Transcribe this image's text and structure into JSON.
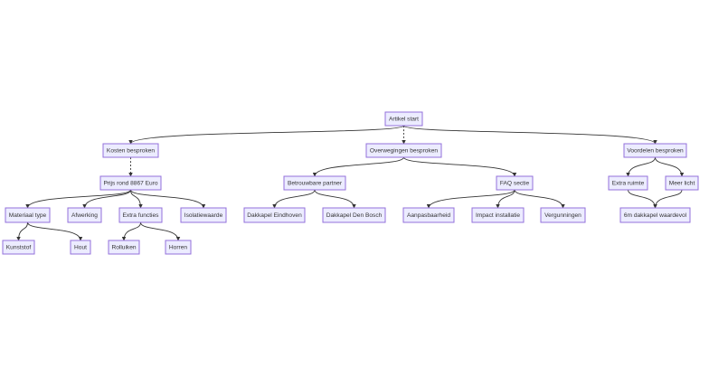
{
  "diagram": {
    "type": "flowchart",
    "nodes": [
      {
        "id": "start",
        "label": "Artikel start"
      },
      {
        "id": "kosten",
        "label": "Kosten besproken"
      },
      {
        "id": "overw",
        "label": "Overwegingen besproken"
      },
      {
        "id": "voord",
        "label": "Voordelen besproken"
      },
      {
        "id": "prijs",
        "label": "Prijs rond 8867 Euro"
      },
      {
        "id": "betr",
        "label": "Betrouwbare partner"
      },
      {
        "id": "faq",
        "label": "FAQ sectie"
      },
      {
        "id": "ruimte",
        "label": "Extra ruimte"
      },
      {
        "id": "licht",
        "label": "Meer licht"
      },
      {
        "id": "mat",
        "label": "Materiaal type"
      },
      {
        "id": "afw",
        "label": "Afwerking"
      },
      {
        "id": "func",
        "label": "Extra functies"
      },
      {
        "id": "iso",
        "label": "Isolatiewaarde"
      },
      {
        "id": "eind",
        "label": "Dakkapel Eindhoven"
      },
      {
        "id": "bosch",
        "label": "Dakkapel Den Bosch"
      },
      {
        "id": "aanp",
        "label": "Aanpasbaarheid"
      },
      {
        "id": "impact",
        "label": "Impact installatie"
      },
      {
        "id": "verg",
        "label": "Vergunningen"
      },
      {
        "id": "waard",
        "label": "6m dakkapel waardevol"
      },
      {
        "id": "kunst",
        "label": "Kunststof"
      },
      {
        "id": "hout",
        "label": "Hout"
      },
      {
        "id": "roll",
        "label": "Rolluiken"
      },
      {
        "id": "horren",
        "label": "Horren"
      }
    ],
    "edges": [
      {
        "from": "start",
        "to": "kosten",
        "style": "solid"
      },
      {
        "from": "start",
        "to": "overw",
        "style": "dotted"
      },
      {
        "from": "start",
        "to": "voord",
        "style": "solid"
      },
      {
        "from": "kosten",
        "to": "prijs",
        "style": "dotted"
      },
      {
        "from": "prijs",
        "to": "mat",
        "style": "solid"
      },
      {
        "from": "prijs",
        "to": "afw",
        "style": "solid"
      },
      {
        "from": "prijs",
        "to": "func",
        "style": "solid"
      },
      {
        "from": "prijs",
        "to": "iso",
        "style": "solid"
      },
      {
        "from": "mat",
        "to": "kunst",
        "style": "solid"
      },
      {
        "from": "mat",
        "to": "hout",
        "style": "solid"
      },
      {
        "from": "func",
        "to": "roll",
        "style": "solid"
      },
      {
        "from": "func",
        "to": "horren",
        "style": "solid"
      },
      {
        "from": "overw",
        "to": "betr",
        "style": "solid"
      },
      {
        "from": "overw",
        "to": "faq",
        "style": "solid"
      },
      {
        "from": "betr",
        "to": "eind",
        "style": "solid"
      },
      {
        "from": "betr",
        "to": "bosch",
        "style": "solid"
      },
      {
        "from": "faq",
        "to": "aanp",
        "style": "solid"
      },
      {
        "from": "faq",
        "to": "impact",
        "style": "solid"
      },
      {
        "from": "faq",
        "to": "verg",
        "style": "solid"
      },
      {
        "from": "voord",
        "to": "ruimte",
        "style": "solid"
      },
      {
        "from": "voord",
        "to": "licht",
        "style": "solid"
      },
      {
        "from": "ruimte",
        "to": "waard",
        "style": "solid"
      },
      {
        "from": "licht",
        "to": "waard",
        "style": "solid"
      }
    ],
    "colors": {
      "node_fill": "#ECECFF",
      "node_stroke": "#9370DB",
      "edge": "#333333",
      "text": "#333333"
    }
  }
}
